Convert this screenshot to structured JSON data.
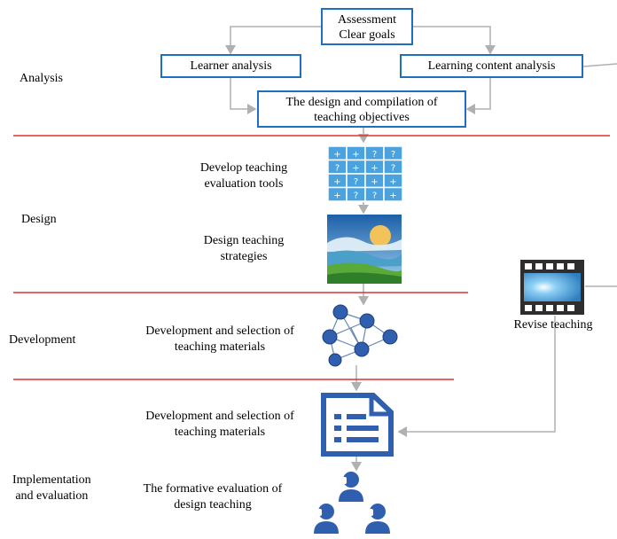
{
  "phases": {
    "analysis": "Analysis",
    "design": "Design",
    "development": "Development",
    "implementation_line1": "Implementation",
    "implementation_line2": "and evaluation"
  },
  "boxes": {
    "assessment_line1": "Assessment",
    "assessment_line2": "Clear goals",
    "learner": "Learner analysis",
    "content": "Learning content analysis",
    "objectives_line1": "The design and compilation of",
    "objectives_line2": "teaching objectives"
  },
  "steps": {
    "eval_tools_line1": "Develop teaching",
    "eval_tools_line2": "evaluation tools",
    "strategies_line1": "Design teaching",
    "strategies_line2": "strategies",
    "materials1_line1": "Development and selection of",
    "materials1_line2": "teaching materials",
    "materials2_line1": "Development and selection of",
    "materials2_line2": "teaching materials",
    "formative_line1": "The formative evaluation of",
    "formative_line2": "design teaching",
    "revise": "Revise teaching"
  },
  "grid_symbols": [
    [
      "+",
      "+",
      "?",
      "?"
    ],
    [
      "?",
      "+",
      "+",
      "?"
    ],
    [
      "+",
      "?",
      "+",
      "+"
    ],
    [
      "+",
      "?",
      "?",
      "+"
    ]
  ],
  "colors": {
    "box_border": "#1f6fbf",
    "divider": "#e03030",
    "arrow": "#b0b0b0",
    "icon_blue": "#2f5fae"
  },
  "icons": [
    "grid-table-icon",
    "landscape-picture-icon",
    "network-nodes-icon",
    "document-list-icon",
    "users-icon",
    "film-strip-icon"
  ]
}
